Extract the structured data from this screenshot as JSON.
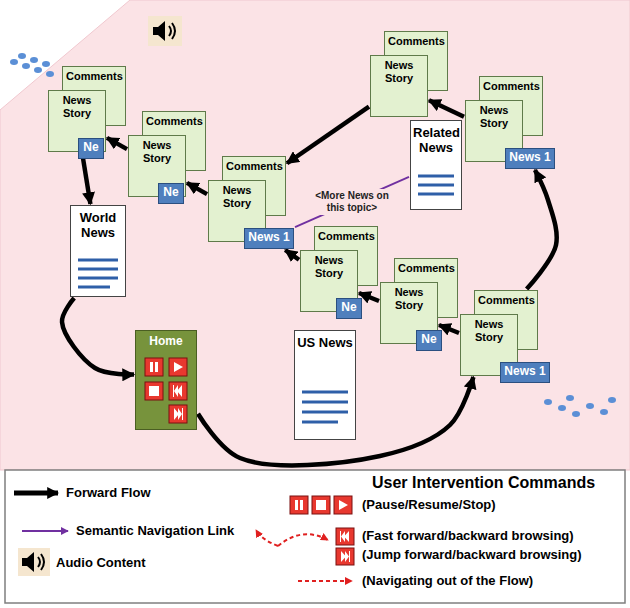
{
  "diagram": {
    "nodes": [
      {
        "text": [
          "Comments"
        ]
      },
      {
        "text": [
          "News Story"
        ]
      },
      {
        "text": [
          "Comments"
        ]
      },
      {
        "text": [
          "News Story"
        ]
      },
      {
        "text": [
          "News 1"
        ]
      },
      {
        "text": [
          "Related News"
        ]
      },
      {
        "text": [
          "Comments"
        ]
      },
      {
        "text": [
          "News Story"
        ]
      },
      {
        "text": [
          "Ne"
        ]
      },
      {
        "text": [
          "Comments"
        ]
      },
      {
        "text": [
          "News Story"
        ]
      },
      {
        "text": [
          "Ne"
        ]
      },
      {
        "text": [
          "Comments"
        ]
      },
      {
        "text": [
          "News Story"
        ]
      },
      {
        "text": [
          "News 1"
        ]
      },
      {
        "text": [
          "World News"
        ]
      },
      {
        "text": [
          "Comments"
        ]
      },
      {
        "text": [
          "News Story"
        ]
      },
      {
        "text": [
          "Ne"
        ]
      },
      {
        "text": [
          "Comments"
        ]
      },
      {
        "text": [
          "News Story"
        ]
      },
      {
        "text": [
          "Ne"
        ]
      },
      {
        "text": [
          "Comments"
        ]
      },
      {
        "text": [
          "News Story"
        ]
      },
      {
        "text": [
          "News 1"
        ]
      },
      {
        "text": [
          "US News"
        ]
      },
      {
        "text": [
          "Home"
        ]
      }
    ],
    "edges": [
      {
        "from": 26,
        "to": 23,
        "arrow": "to"
      },
      {
        "from": 23,
        "to": 20,
        "arrow": "to"
      },
      {
        "from": 20,
        "to": 17,
        "arrow": "to"
      },
      {
        "from": 17,
        "to": 14,
        "arrow": "to"
      },
      {
        "from": 13,
        "to": 10,
        "arrow": "to"
      },
      {
        "from": 10,
        "to": 7,
        "arrow": "to"
      },
      {
        "from": 7,
        "to": 15,
        "arrow": "to"
      },
      {
        "from": 15,
        "to": 26,
        "arrow": "to"
      },
      {
        "from": 22,
        "to": 4,
        "arrow": "to"
      },
      {
        "from": 3,
        "to": 1,
        "arrow": "to"
      },
      {
        "from": 1,
        "to": 12,
        "arrow": "to"
      },
      {
        "from": 14,
        "to": 5,
        "label": "<More News on this topic>",
        "arrow": "none"
      }
    ],
    "labels": [
      "User Intervention Commands"
    ],
    "legend": [
      {
        "text": "Forward Flow"
      },
      {
        "text": "Semantic Navigation Link"
      },
      {
        "text": "Audio Content"
      },
      {
        "text": "(Pause/Resume/Stop)"
      },
      {
        "text": "(Fast forward/backward browsing)"
      },
      {
        "text": "(Jump forward/backward browsing)"
      },
      {
        "text": "(Navigating out of the Flow)"
      }
    ]
  }
}
